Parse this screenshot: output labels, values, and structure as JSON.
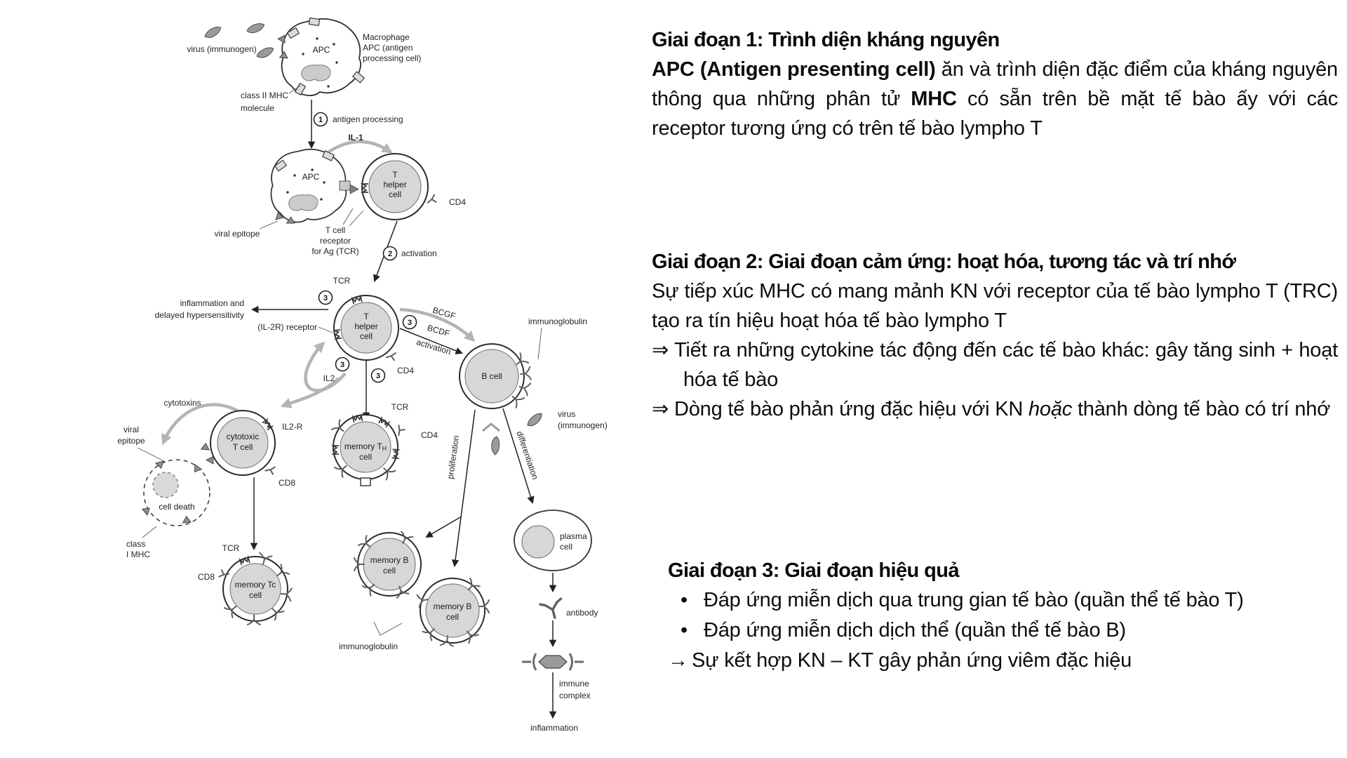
{
  "diagram": {
    "labels": {
      "virus_immunogen": "virus (immunogen)",
      "apc": "APC",
      "macrophage": [
        "Macrophage",
        "APC (antigen",
        "processing cell)"
      ],
      "class2": [
        "class II MHC",
        "molecule"
      ],
      "n1": "1",
      "n2": "2",
      "n3": "3",
      "antigen_processing": "antigen processing",
      "il1": "IL-1",
      "viral_epitope_line": "viral epitope",
      "t": "T",
      "helper": "helper",
      "cell": "cell",
      "cd4": "CD4",
      "cd8": "CD8",
      "tcr": "TCR",
      "tcr_full": [
        "T cell",
        "receptor",
        "for Ag (TCR)"
      ],
      "activation": "activation",
      "inflammation": [
        "inflammation and",
        "delayed hypersensitivity"
      ],
      "il2r_receptor": "(IL-2R) receptor",
      "bcgf": "BCGF",
      "bcdf": "BCDF",
      "il2": "IL2",
      "il2r": "IL2-R",
      "cytotoxins": "cytotoxins",
      "viral": [
        "viral",
        "epitope"
      ],
      "cytotoxic": [
        "cytotoxic",
        "T cell"
      ],
      "cell_death": "cell death",
      "class1": [
        "class",
        "I MHC"
      ],
      "mem_tc": "memory Tc",
      "mem_th_a": "memory T",
      "mem_th_b": "H",
      "mem_b": "memory B",
      "b_cell": "B cell",
      "immunoglobulin": "immunoglobulin",
      "virus2": [
        "virus",
        "(immunogen)"
      ],
      "proliferation": "proliferation",
      "differentiation": "differentiation",
      "plasma": [
        "plasma",
        "cell"
      ],
      "antibody": "antibody",
      "immune": [
        "immune",
        "complex"
      ],
      "inflammation2": "inflammation"
    }
  },
  "stage1": {
    "heading": "Giai đoạn 1: Trình diện kháng nguyên",
    "bold_lead": "APC (Antigen presenting cell)",
    "body_a": " ăn và trình diện đặc điểm của kháng nguyên thông qua những phân tử ",
    "bold_mhc": "MHC",
    "body_b": " có sẵn trên bề mặt tế bào ấy với các receptor tương ứng có trên tế bào lympho T"
  },
  "stage2": {
    "heading": "Giai đoạn 2: Giai đoạn cảm ứng: hoạt hóa, tương tác và trí nhớ",
    "para": "Sự tiếp xúc MHC có mang mảnh KN với receptor của tế bào lympho T (TRC) tạo ra tín hiệu hoạt hóa tế bào lympho T",
    "item1_marker": "⇒",
    "item1": "Tiết ra những cytokine tác động đến các tế bào khác: gây tăng sinh + hoạt hóa tế bào",
    "item2_marker": "⇒",
    "item2_a": "Dòng tế bào phản ứng đặc hiệu với KN ",
    "item2_italic": "hoặc",
    "item2_b": " thành dòng tế bào có trí nhớ"
  },
  "stage3": {
    "heading": "Giai đoạn 3: Giai đoạn hiệu quả",
    "bullet_marker": "•",
    "bullet1": "Đáp ứng miễn dịch qua trung gian tế bào (quần thể tế bào T)",
    "bullet2": "Đáp ứng miễn dịch dịch thể (quần thể tế bào B)",
    "arrow_marker": "→",
    "arrow_item": "Sự kết hợp KN – KT gây phản ứng viêm đặc hiệu"
  }
}
